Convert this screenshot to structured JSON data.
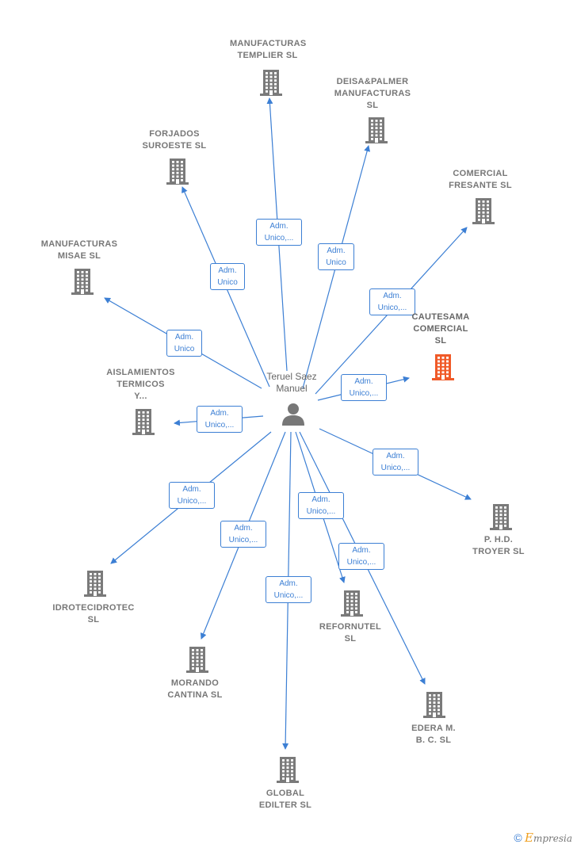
{
  "center": {
    "name": "Teruel Saez\nManuel"
  },
  "companies": [
    {
      "id": "templier",
      "name": "MANUFACTURAS\nTEMPLIER  SL",
      "relation": "Adm.\nUnico,...",
      "highlight": false
    },
    {
      "id": "deisa",
      "name": "DEISA&PALMER\nMANUFACTURAS\nSL",
      "relation": "Adm.\nUnico",
      "highlight": false
    },
    {
      "id": "forjados",
      "name": "FORJADOS\nSUROESTE  SL",
      "relation": "Adm.\nUnico",
      "highlight": false
    },
    {
      "id": "fresante",
      "name": "COMERCIAL\nFRESANTE  SL",
      "relation": "Adm.\nUnico,...",
      "highlight": false
    },
    {
      "id": "misae",
      "name": "MANUFACTURAS\nMISAE  SL",
      "relation": "Adm.\nUnico",
      "highlight": false
    },
    {
      "id": "cautesama",
      "name": "CAUTESAMA\nCOMERCIAL\nSL",
      "relation": "Adm.\nUnico,...",
      "highlight": true
    },
    {
      "id": "aislamientos",
      "name": "AISLAMIENTOS\nTERMICOS\nY...",
      "relation": "Adm.\nUnico,...",
      "highlight": false
    },
    {
      "id": "phd",
      "name": "P. H.D.\nTROYER  SL",
      "relation": "Adm.\nUnico,...",
      "highlight": false
    },
    {
      "id": "idrotec",
      "name": "IDROTECIDROTEC\nSL",
      "relation": "Adm.\nUnico,...",
      "highlight": false
    },
    {
      "id": "refornutel",
      "name": "REFORNUTEL\nSL",
      "relation": "Adm.\nUnico,...",
      "highlight": false
    },
    {
      "id": "edera",
      "name": "EDERA M.\nB. C.  SL",
      "relation": "Adm.\nUnico,...",
      "highlight": false
    },
    {
      "id": "morando",
      "name": "MORANDO\nCANTINA  SL",
      "relation": "Adm.\nUnico,...",
      "highlight": false
    },
    {
      "id": "global",
      "name": "GLOBAL\nEDILTER  SL",
      "relation": "Adm.\nUnico,...",
      "highlight": false
    }
  ],
  "colors": {
    "edge": "#3c7fd4",
    "building": "#7a7a7a",
    "highlight": "#f05a28",
    "person": "#777777"
  },
  "icons": {
    "company": "building-icon",
    "person": "person-icon"
  },
  "brand": {
    "copyright": "©",
    "name_first": "E",
    "name_rest": "mpresia"
  }
}
